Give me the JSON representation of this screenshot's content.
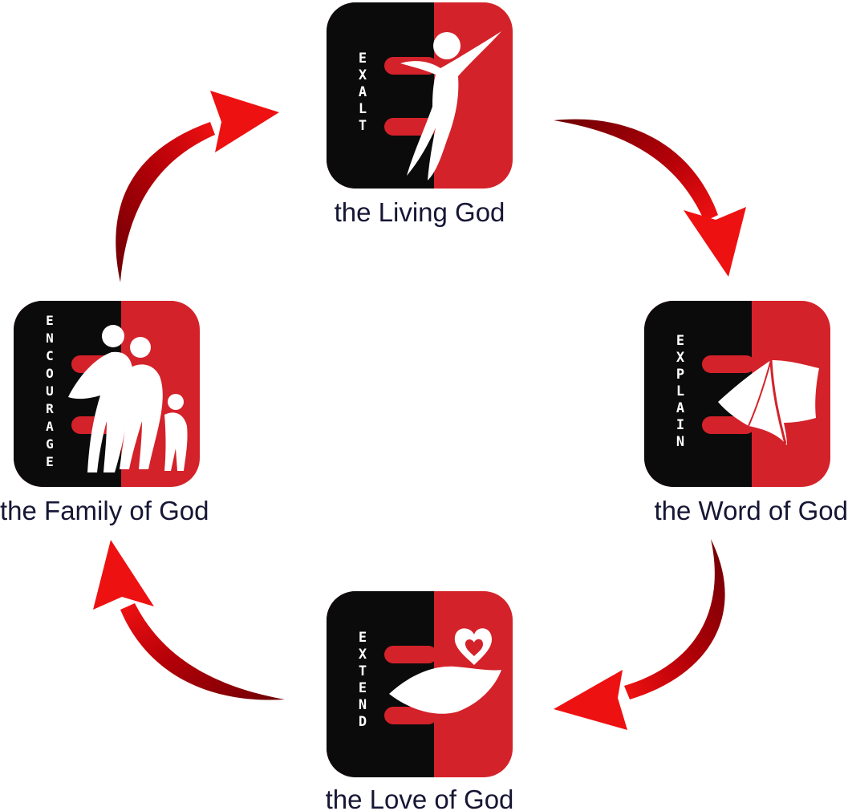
{
  "colors": {
    "black": "#0b0b0b",
    "red": "#d4222a",
    "arrow_dark": "#7a0006",
    "arrow_bright": "#ef1010",
    "caption": "#161635"
  },
  "nodes": [
    {
      "id": "exalt",
      "word": "EXALT",
      "caption": "the Living God",
      "icon": "person-arms-raised-icon"
    },
    {
      "id": "explain",
      "word": "EXPLAIN",
      "caption": "the Word of God",
      "icon": "open-book-icon"
    },
    {
      "id": "extend",
      "word": "EXTEND",
      "caption": "the Love of God",
      "icon": "hand-holding-heart-icon"
    },
    {
      "id": "encourage",
      "word": "ENCOURAGE",
      "caption": "the Family of God",
      "icon": "family-icon"
    }
  ],
  "cycle": [
    "exalt",
    "explain",
    "extend",
    "encourage"
  ]
}
